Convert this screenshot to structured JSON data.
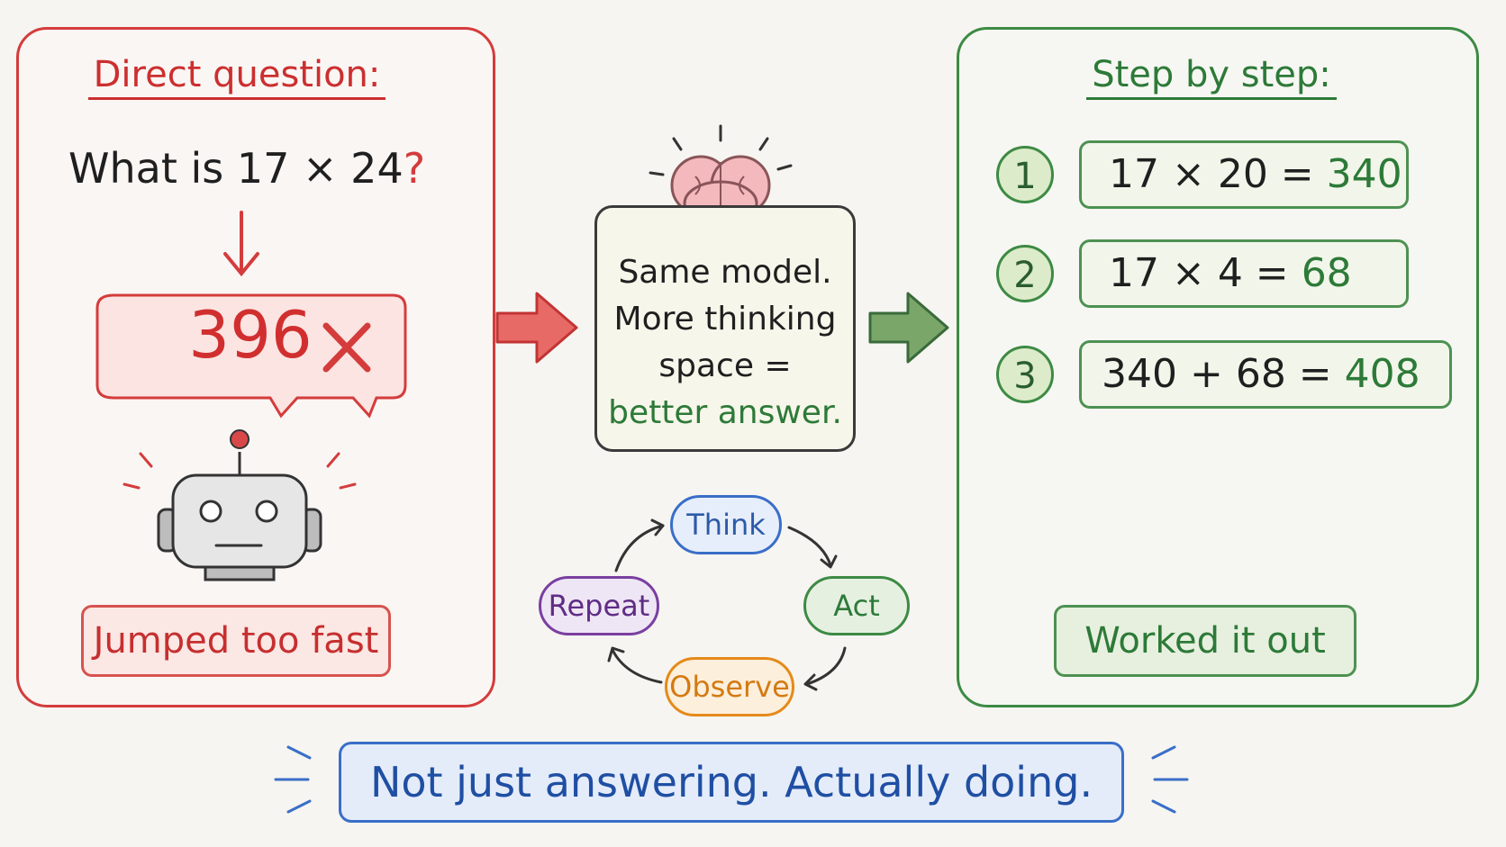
{
  "left_panel": {
    "heading": "Direct question:",
    "question": "What is 17 × 24",
    "question_mark": "?",
    "wrong_answer": "396",
    "caption": "Jumped too fast"
  },
  "center": {
    "line1": "Same model.",
    "line2": "More thinking",
    "line3": "space =",
    "line4": "better answer."
  },
  "cycle": {
    "think": "Think",
    "act": "Act",
    "observe": "Observe",
    "repeat": "Repeat"
  },
  "right_panel": {
    "heading": "Step by step:",
    "steps": [
      {
        "num": "1",
        "expr": "17 × 20 =",
        "result": "340"
      },
      {
        "num": "2",
        "expr": "17 × 4 =",
        "result": "68"
      },
      {
        "num": "3",
        "expr": "340 + 68 =",
        "result": "408"
      }
    ],
    "caption": "Worked it out"
  },
  "banner": "Not just answering. Actually doing.",
  "colors": {
    "wrong": "#d43c3c",
    "right": "#3d8a44",
    "banner": "#3a6ec8",
    "background": "#f6f5f1"
  }
}
